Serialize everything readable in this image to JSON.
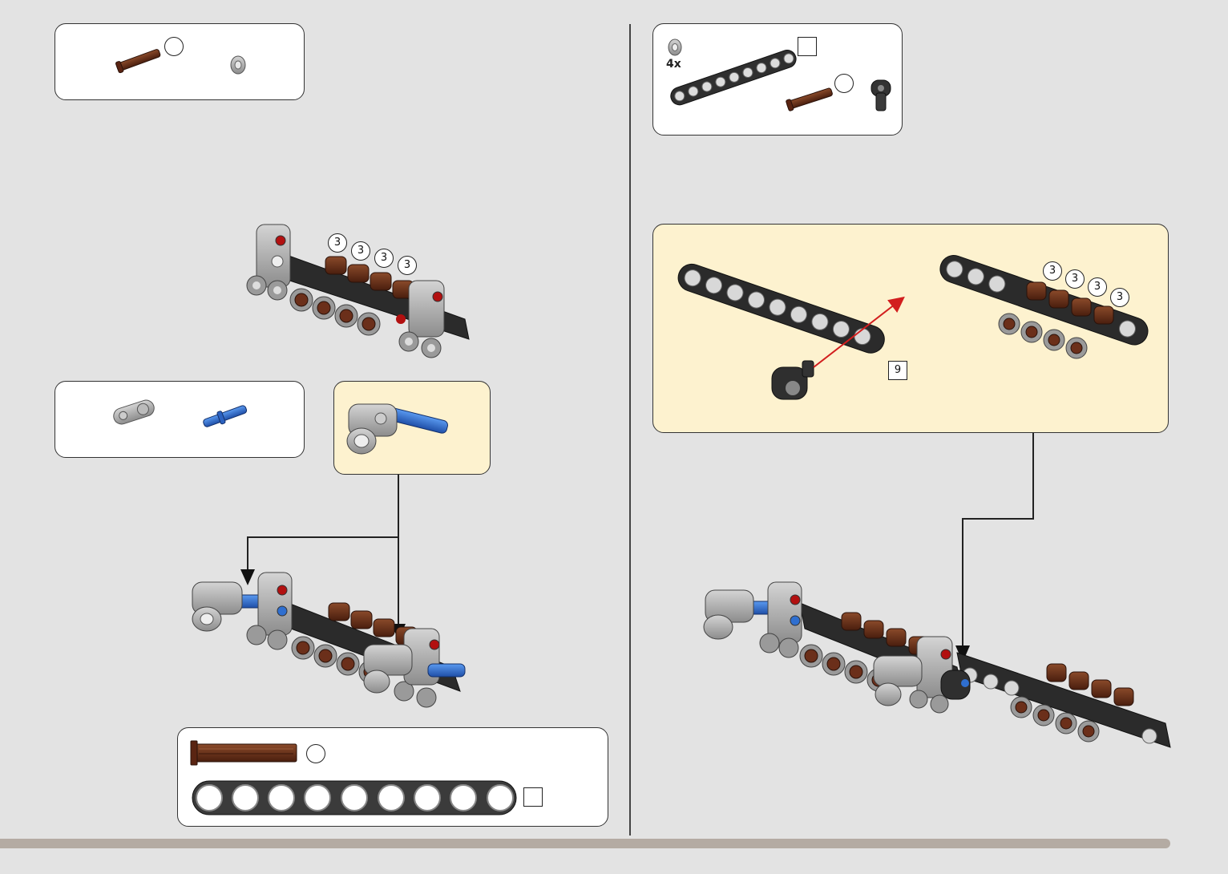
{
  "parts_list_1": {
    "axle_qty": "",
    "bush_qty": ""
  },
  "step_a": {
    "callouts": [
      "3",
      "3",
      "3",
      "3"
    ]
  },
  "parts_list_2": {},
  "parts_list_3": {
    "axle_qty": "",
    "beam_qty": ""
  },
  "parts_list_4": {
    "bush_qty": "4x",
    "beam_qty": "",
    "axle_qty": ""
  },
  "sub_assembly_2": {
    "rotate_marker": "9",
    "callouts": [
      "3",
      "3",
      "3",
      "3"
    ]
  },
  "colors": {
    "sub_bg": "#fdf2cf",
    "beam": "#2b2b2b",
    "axle_brown": "#6b2f1a",
    "pin_blue": "#2f6fd0",
    "grey": "#a9a9a9",
    "page_bg": "#e3e3e3"
  }
}
